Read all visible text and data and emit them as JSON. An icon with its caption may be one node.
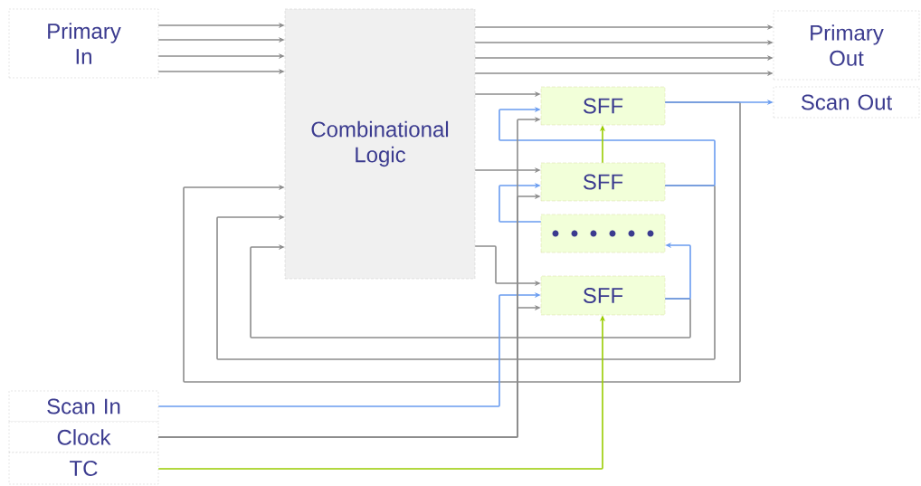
{
  "diagram": {
    "nodes": [
      {
        "text": [
          "Primary In"
        ]
      },
      {
        "text": [
          "Combinational Logic"
        ]
      },
      {
        "text": [
          "Primary Out"
        ]
      },
      {
        "text": [
          "Scan Out"
        ]
      },
      {
        "text": [
          "SFF"
        ]
      },
      {
        "text": [
          "SFF"
        ]
      },
      {
        "text": [],
        "shape": "box"
      },
      {
        "text": [
          "SFF"
        ]
      },
      {
        "text": [
          "Scan In"
        ]
      },
      {
        "text": [
          "Clock"
        ]
      },
      {
        "text": [
          "TC"
        ]
      }
    ],
    "edges": [
      {
        "from": 0,
        "to": 1,
        "arrow": "to"
      },
      {
        "from": 0,
        "to": 1,
        "arrow": "to"
      },
      {
        "from": 0,
        "to": 1,
        "arrow": "to"
      },
      {
        "from": 0,
        "to": 1,
        "arrow": "to"
      },
      {
        "from": 1,
        "to": 2,
        "arrow": "to"
      },
      {
        "from": 1,
        "to": 2,
        "arrow": "to"
      },
      {
        "from": 1,
        "to": 2,
        "arrow": "to"
      },
      {
        "from": 1,
        "to": 2,
        "arrow": "to"
      },
      {
        "from": 1,
        "to": 4,
        "arrow": "to"
      },
      {
        "from": 1,
        "to": 5,
        "arrow": "to"
      },
      {
        "from": 1,
        "to": 7,
        "arrow": "to"
      },
      {
        "from": 4,
        "to": 1,
        "arrow": "to"
      },
      {
        "from": 4,
        "to": 3,
        "arrow": "to",
        "color": "#6a9cf0"
      },
      {
        "from": 5,
        "to": 1,
        "arrow": "to"
      },
      {
        "from": 5,
        "to": 4,
        "arrow": "to",
        "color": "#6a9cf0"
      },
      {
        "from": 7,
        "to": 1,
        "arrow": "to"
      },
      {
        "from": 7,
        "to": 6,
        "arrow": "to",
        "color": "#6a9cf0"
      },
      {
        "from": 6,
        "to": 5,
        "arrow": "to",
        "color": "#6a9cf0"
      },
      {
        "from": 8,
        "to": 7,
        "arrow": "to",
        "color": "#6a9cf0"
      },
      {
        "from": 9,
        "to": 4,
        "arrow": "to"
      },
      {
        "from": 9,
        "to": 5,
        "arrow": "to"
      },
      {
        "from": 9,
        "to": 7,
        "arrow": "to"
      },
      {
        "from": 10,
        "to": 7,
        "arrow": "to",
        "color": "#99cc00"
      },
      {
        "from": 5,
        "to": 4,
        "arrow": "to",
        "color": "#99cc00"
      }
    ]
  }
}
